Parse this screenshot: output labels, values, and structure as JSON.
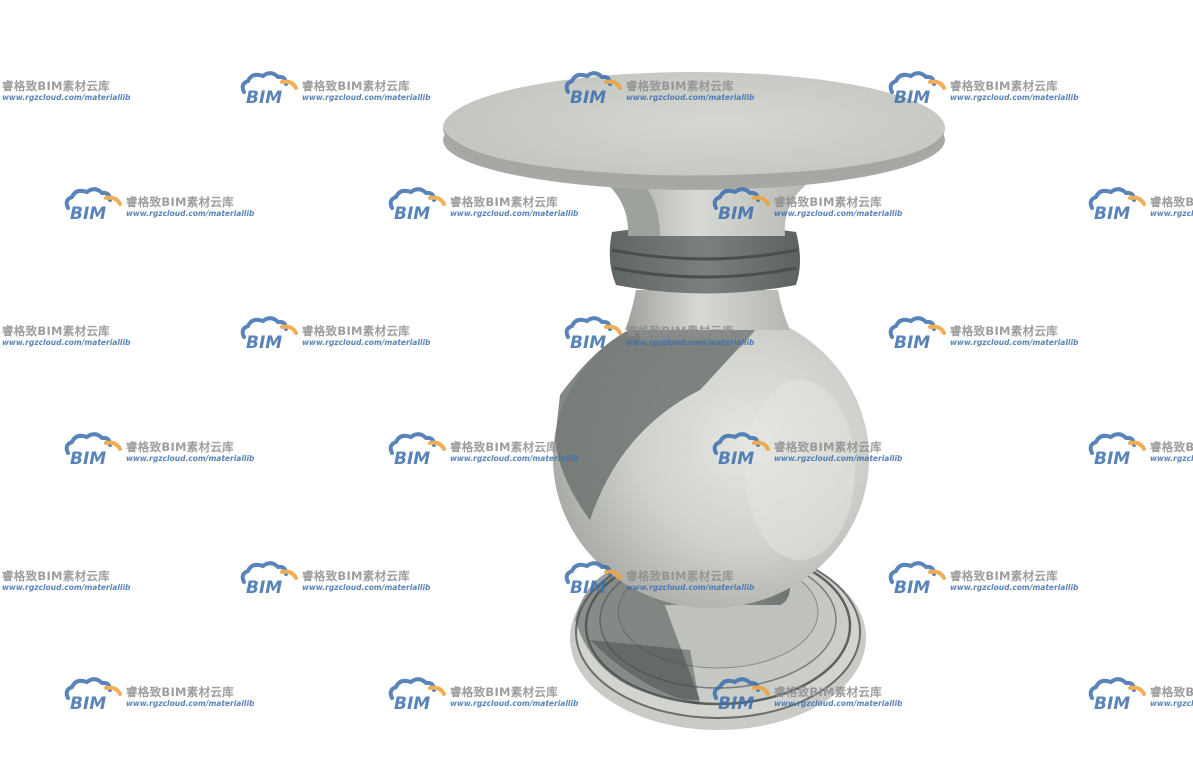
{
  "image": {
    "subject": "stone-pedestal-3d-model",
    "background_color": "#ffffff",
    "stone_color": "#b9bcb4"
  },
  "watermark": {
    "logo_text": "BIM",
    "title": "睿格致BIM素材云库",
    "url": "www.rgzcloud.com/materiallib",
    "logo_blue": "#3d6fae",
    "logo_orange": "#f0a23b",
    "text_gray": "#8e8e8e"
  }
}
